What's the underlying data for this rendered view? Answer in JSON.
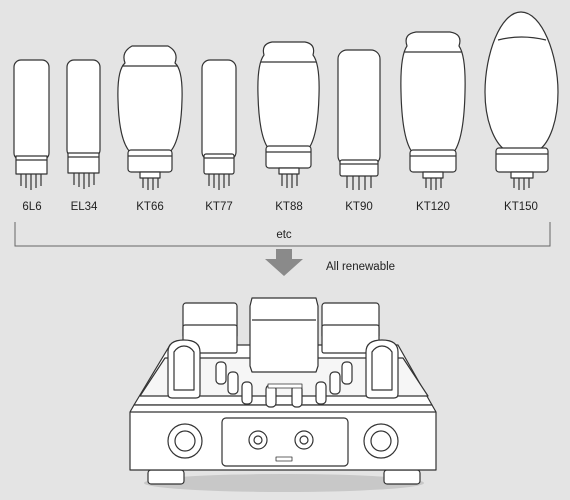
{
  "tubes": [
    {
      "label": "6L6",
      "shape": "straight"
    },
    {
      "label": "EL34",
      "shape": "straight"
    },
    {
      "label": "KT66",
      "shape": "coke"
    },
    {
      "label": "KT77",
      "shape": "straight"
    },
    {
      "label": "KT88",
      "shape": "coke"
    },
    {
      "label": "KT90",
      "shape": "straight"
    },
    {
      "label": "KT120",
      "shape": "coke"
    },
    {
      "label": "KT150",
      "shape": "egg"
    }
  ],
  "bracket_label": "etc",
  "arrow_label": "All renewable",
  "colors": {
    "background": "#e4e4e4",
    "outline": "#333333",
    "fill": "#ffffff",
    "arrow": "#8a8a8a"
  }
}
